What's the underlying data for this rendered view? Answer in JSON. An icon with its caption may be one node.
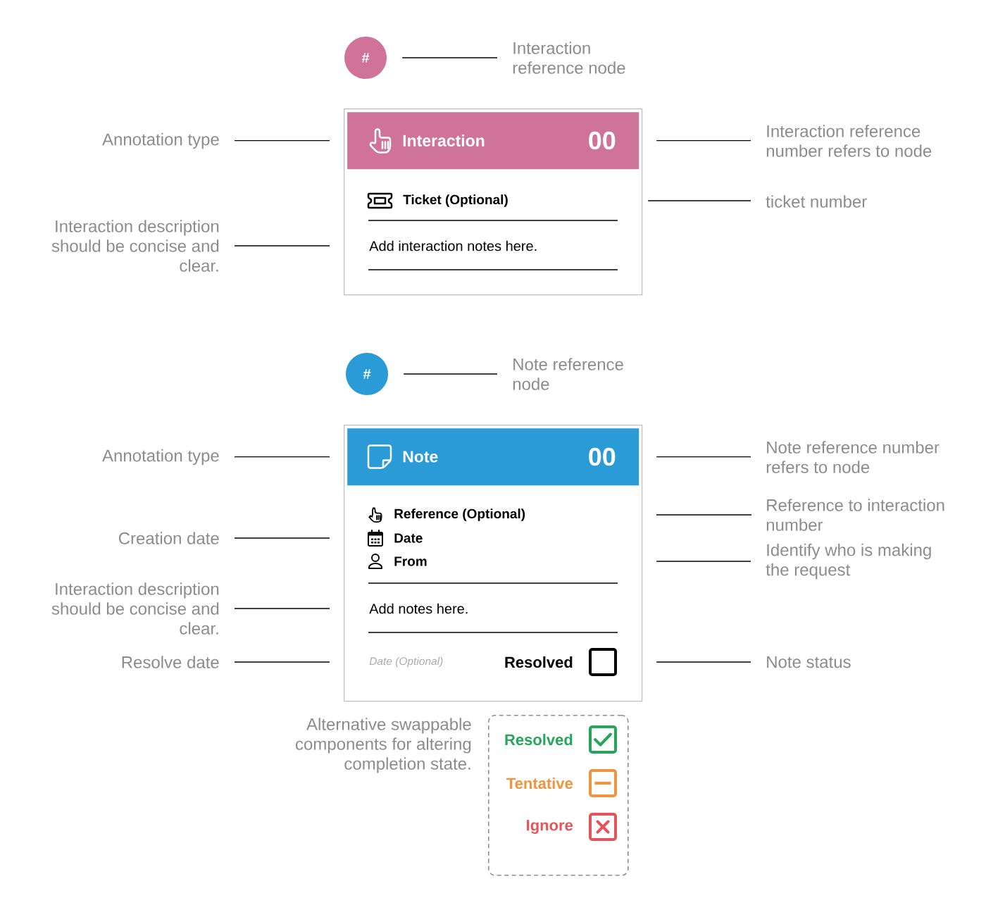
{
  "diagram": {
    "nodes": [
      {
        "text": [
          "#"
        ]
      },
      {
        "text": [
          "Interaction reference node"
        ]
      },
      {
        "text": [],
        "shape": "box"
      },
      {
        "text": [
          "Interaction",
          "00"
        ],
        "in": 2
      },
      {
        "text": [
          "Ticket (Optional)"
        ],
        "in": 2
      },
      {
        "text": [
          "Add interaction notes here."
        ],
        "in": 2
      },
      {
        "text": [
          "Annotation type"
        ]
      },
      {
        "text": [
          "Interaction description should be concise and clear."
        ]
      },
      {
        "text": [
          "Interaction reference number refers to node"
        ]
      },
      {
        "text": [
          "ticket number"
        ]
      },
      {
        "text": [
          "#"
        ]
      },
      {
        "text": [
          "Note reference node"
        ]
      },
      {
        "text": [],
        "shape": "box"
      },
      {
        "text": [
          "Note",
          "00"
        ],
        "in": 12
      },
      {
        "text": [
          "Reference (Optional)"
        ],
        "in": 12
      },
      {
        "text": [
          "Date"
        ],
        "in": 12
      },
      {
        "text": [
          "From"
        ],
        "in": 12
      },
      {
        "text": [
          "Add notes here."
        ],
        "in": 12
      },
      {
        "text": [
          "Date (Optional)"
        ],
        "in": 12
      },
      {
        "text": [
          "Resolved"
        ],
        "in": 12
      },
      {
        "text": [
          "Annotation type"
        ]
      },
      {
        "text": [
          "Creation date"
        ]
      },
      {
        "text": [
          "Interaction description should be concise and clear."
        ]
      },
      {
        "text": [
          "Resolve date"
        ]
      },
      {
        "text": [
          "Note reference number refers to node"
        ]
      },
      {
        "text": [
          "Reference to interaction number"
        ]
      },
      {
        "text": [
          "Identify who is making the request"
        ]
      },
      {
        "text": [
          "Note status"
        ]
      },
      {
        "text": [],
        "shape": "box",
        "beside": [
          "Alternative swappable components for altering completion state."
        ]
      },
      {
        "text": [
          "Resolved"
        ],
        "in": 28
      },
      {
        "text": [
          "Tentative"
        ],
        "in": 28
      },
      {
        "text": [
          "Ignore"
        ],
        "in": 28
      }
    ],
    "edges": [
      {
        "from": 1,
        "to": 0,
        "arrow": "none"
      },
      {
        "from": 6,
        "to": 3,
        "arrow": "none"
      },
      {
        "from": 8,
        "to": 3,
        "arrow": "none"
      },
      {
        "from": 9,
        "to": 4,
        "arrow": "none"
      },
      {
        "from": 7,
        "to": 5,
        "arrow": "none"
      },
      {
        "from": 11,
        "to": 10,
        "arrow": "none"
      },
      {
        "from": 20,
        "to": 13,
        "arrow": "none"
      },
      {
        "from": 24,
        "to": 13,
        "arrow": "none"
      },
      {
        "from": 25,
        "to": null,
        "arrow": "none"
      },
      {
        "from": 21,
        "to": 15,
        "arrow": "none"
      },
      {
        "from": 26,
        "to": 16,
        "arrow": "none"
      },
      {
        "from": 22,
        "to": 17,
        "arrow": "none"
      },
      {
        "from": 23,
        "to": 18,
        "arrow": "none"
      },
      {
        "from": 27,
        "to": 19,
        "arrow": "none"
      }
    ]
  }
}
